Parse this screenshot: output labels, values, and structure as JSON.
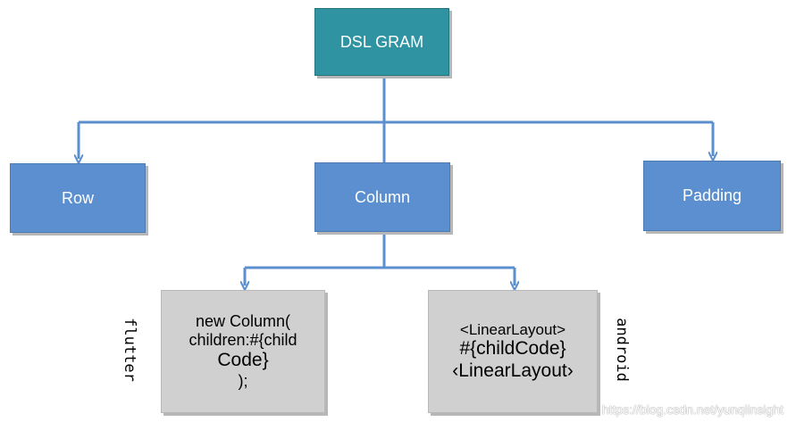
{
  "diagram": {
    "root": {
      "label": "DSL GRAM",
      "color": "#2f93a1"
    },
    "level_one": {
      "row": "Row",
      "column": "Column",
      "padding": "Padding",
      "color": "#5b8fcf"
    },
    "code_boxes": {
      "flutter": {
        "line1": "new Column(",
        "line2": "children:#{child",
        "line3": "Code}",
        "line4": ");"
      },
      "android": {
        "line1": "<LinearLayout>",
        "line2": "#{childCode}",
        "line3": "‹LinearLayout›"
      },
      "color": "#d0d0d0"
    },
    "side_labels": {
      "flutter": "flutter",
      "android": "android"
    },
    "connector_color": "#5b8fcf"
  },
  "watermark": "https://blog.csdn.net/yunqiinsight"
}
